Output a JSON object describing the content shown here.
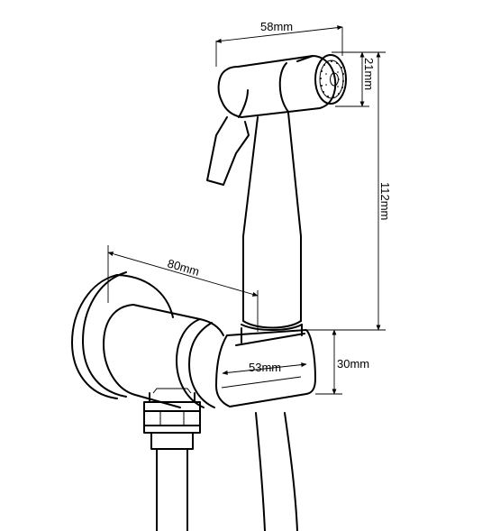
{
  "dimensions": {
    "spray_head_length": "58mm",
    "spray_head_diameter": "21mm",
    "sprayer_height": "112mm",
    "valve_projection": "80mm",
    "holder_width": "53mm",
    "holder_height": "30mm"
  },
  "colors": {
    "line": "#000000",
    "background": "#ffffff"
  }
}
